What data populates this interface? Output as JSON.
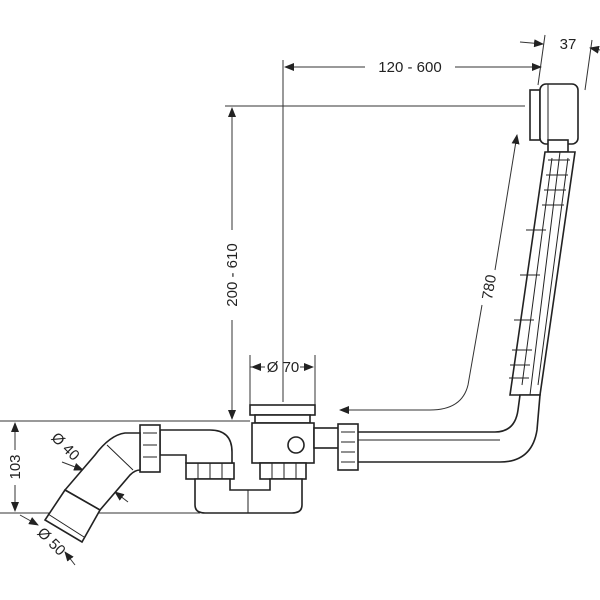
{
  "diagram": {
    "dimensions": {
      "overflow_depth": "37",
      "horizontal_range": "120 - 600",
      "vertical_range": "200 - 610",
      "cable_length": "780",
      "drain_diameter": "Ø 70",
      "inlet_diameter": "Ø 40",
      "height": "103",
      "outlet_diameter": "Ø 50"
    }
  }
}
